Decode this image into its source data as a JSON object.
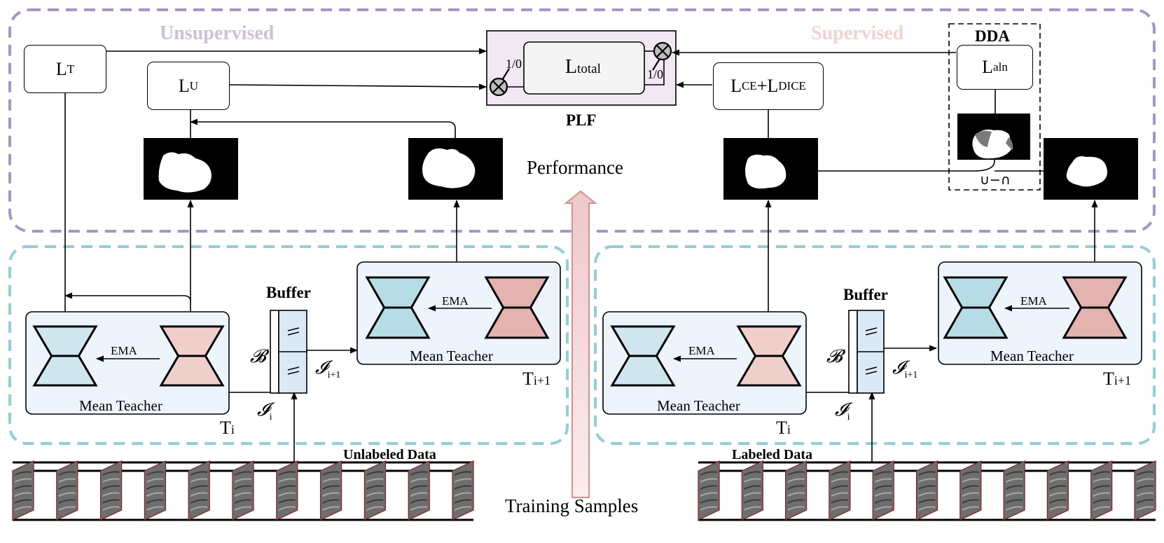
{
  "regions": {
    "unsupervised": "Unsupervised",
    "supervised": "Supervised",
    "dda": "DDA"
  },
  "losses": {
    "lt": {
      "main": "L",
      "sub": "T"
    },
    "lu": {
      "main": "L",
      "sub": "U"
    },
    "ltotal": {
      "main": "L",
      "sub": "total"
    },
    "lce_dice": {
      "main1": "L",
      "sub1": "CE",
      "plus": "+",
      "main2": "L",
      "sub2": "DICE"
    },
    "laln": {
      "main": "L",
      "sub": "aln"
    }
  },
  "plf": {
    "label": "PLF",
    "left_ratio": "1/0",
    "right_ratio": "1/0"
  },
  "dda_union": "∪−∩",
  "center": {
    "performance": "Performance",
    "training_samples": "Training Samples"
  },
  "teachers": {
    "mean_teacher": "Mean Teacher",
    "ema": "EMA",
    "ti": {
      "main": "T",
      "sub": "i"
    },
    "ti1": {
      "main": "T",
      "sub": "i+1"
    }
  },
  "buffer": {
    "title": "Buffer",
    "set_symbol": "𝓑",
    "i_symbol": "𝓘",
    "i_sub": "i",
    "i1_sub": "i+1"
  },
  "data": {
    "unlabeled": "Unlabeled Data",
    "labeled": "Labeled Data"
  },
  "colors": {
    "outer_border": "#a895c3",
    "inner_border": "#8fcfda",
    "teacher_blue": "#b6dde6",
    "student_pink": "#e4b3b0",
    "teacher_bg": "#eef4fb",
    "plf_bg": "#f1e8f3",
    "buffer_bg": "#dbe9f7",
    "arrow_fill": "#f6dcdc",
    "arrow_stroke": "#d98f8f",
    "frame_stroke": "#8b1d1d"
  }
}
